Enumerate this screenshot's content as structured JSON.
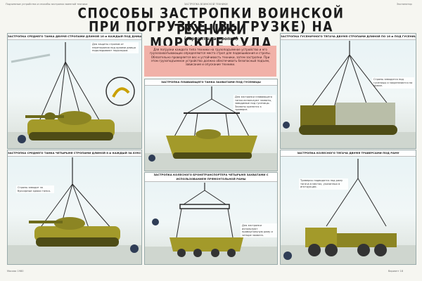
{
  "header": {
    "top_left": "Подъемные устройства и способы застропки военной техники",
    "top_center": "ЗАСТРОПКА ВОИНСКОЙ ТЕХНИКИ",
    "top_right": "Экспонатор",
    "title_line1": "СПОСОБЫ ЗАСТРОПКИ ВОИНСКОЙ ТЕХНИКИ",
    "title_line2": "ПРИ ПОГРУЗКЕ (ВЫГРУЗКЕ) НА МОРСКИЕ СУДА",
    "subtitle": "(варианты застропки)"
  },
  "intro_text": "Для погрузки каждого типа техники на грузоподъемное устройство и его грузозахватывающих определяются места строп для подвешивания и стропы. Обязательно проверяется вес и устойчивость техники, затем застропки. При этом грузоподъемное устройство должно обеспечивать безопасный подъем, зависание и опускание техники.",
  "panels": [
    {
      "caption": "ЗАСТРОПКА СРЕДНЕГО ТАНКА ДВУМЯ СТРОПАМИ ДЛИНОЙ 16 м КАЖДЫЙ ПОД ДНИЩЕ",
      "note": "Для защиты стропов от перетирания под краями днища подкладывают подкладки."
    },
    {
      "caption": "ЗАСТРОПКА ПЛАВАЮЩЕГО ТАНКА ЗАХВАТАМИ ПОД ГУСЕНИЦЫ",
      "note": "Для застропки плавающего танка используют захваты, заводимые под гусеницы. Захваты крепятся к траверсе."
    },
    {
      "caption": "ЗАСТРОПКА ГУСЕНИЧНОГО ТЯГАЧА ДВУМЯ СТРОПАМИ ДЛИНОЙ ПО 16 м ПОД ГУСЕНИЦЫ",
      "note": "Стропы заводятся под гусеницы и закрепляются на крюке."
    },
    {
      "caption": "ЗАСТРОПКА СРЕДНЕГО ТАНКА ЧЕТЫРЬМЯ СТРОПАМИ ДЛИНОЙ 8 м КАЖДЫЙ ЗА БУКСИРНЫЕ КРЮКИ",
      "note": "Стропы заводят за буксирные крюки танка."
    },
    {
      "caption": "ЗАСТРОПКА КОЛЕСНОГО БРОНЕТРАНСПОРТЕРА ЧЕТЫРЬМЯ ЗАХВАТАМИ С ИСПОЛЬЗОВАНИЕМ ПРЯМОУГОЛЬНОЙ РАМЫ",
      "note": "Для застропки используют прямоугольную раму и четыре захвата."
    },
    {
      "caption": "ЗАСТРОПКА КОЛЕСНОГО ТЯГАЧА ДВУМЯ ТРАВЕРСАМИ ПОД РАМУ",
      "note": "Траверсы подводятся под раму тягача в местах, указанных в инструкции."
    }
  ],
  "footer": {
    "left": "Москва 1980",
    "right": "Вариант 18"
  },
  "colors": {
    "vehicle": "#a39a2a",
    "vehicle_dark": "#6d6a1b",
    "rope": "#2a2a2a",
    "red_box": "#f1b1a8",
    "sky": "#e8f3f6"
  }
}
